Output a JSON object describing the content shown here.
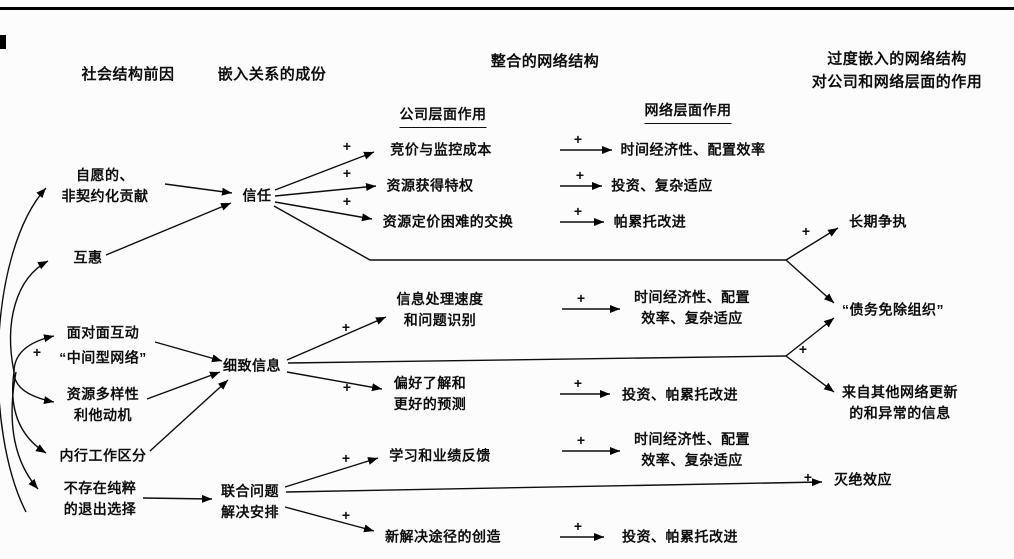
{
  "plus": "+",
  "headers": {
    "antecedents": "社会结构前因",
    "components": "嵌入关系的成份",
    "integrated": "整合的网络结构",
    "overembedded": "过度嵌入的网络结构\n对公司和网络层面的作用",
    "firm_level": "公司层面作用",
    "network_level": "网络层面作用"
  },
  "antecedents": {
    "voluntary": "自愿的、\n非契约化贡献",
    "reciprocity": "互惠",
    "face_to_face": "面对面互动",
    "intermediate_network": "“中间型网络”",
    "resource_diversity": "资源多样性\n利他动机",
    "expert_division": "内行工作区分",
    "no_exit": "不存在纯粹\n的退出选择"
  },
  "components": {
    "trust": "信任",
    "fine_grained_info": "细致信息",
    "joint_problem_solving": "联合问题\n解决安排"
  },
  "firm_effects": {
    "bidding_monitoring": "竞价与监控成本",
    "resource_privilege": "资源获得特权",
    "hard_to_price": "资源定价困难的交换",
    "processing_speed": "信息处理速度\n和问题识别",
    "preference_forecast": "偏好了解和\n更好的预测",
    "learning_feedback": "学习和业绩反馈",
    "new_solutions": "新解决途径的创造"
  },
  "network_effects": {
    "time_alloc": "时间经济性、配置效率",
    "invest_adapt": "投资、复杂适应",
    "pareto": "帕累托改进",
    "time_alloc_adapt1": "时间经济性、配置\n效率、复杂适应",
    "invest_pareto1": "投资、帕累托改进",
    "time_alloc_adapt2": "时间经济性、配置\n效率、复杂适应",
    "invest_pareto2": "投资、帕累托改进"
  },
  "overembedded_effects": {
    "long_disputes": "长期争执",
    "debt_forgiveness": "“债务免除组织”",
    "outside_info": "来自其他网络更新\n的和异常的信息",
    "extinction": "灭绝效应"
  }
}
